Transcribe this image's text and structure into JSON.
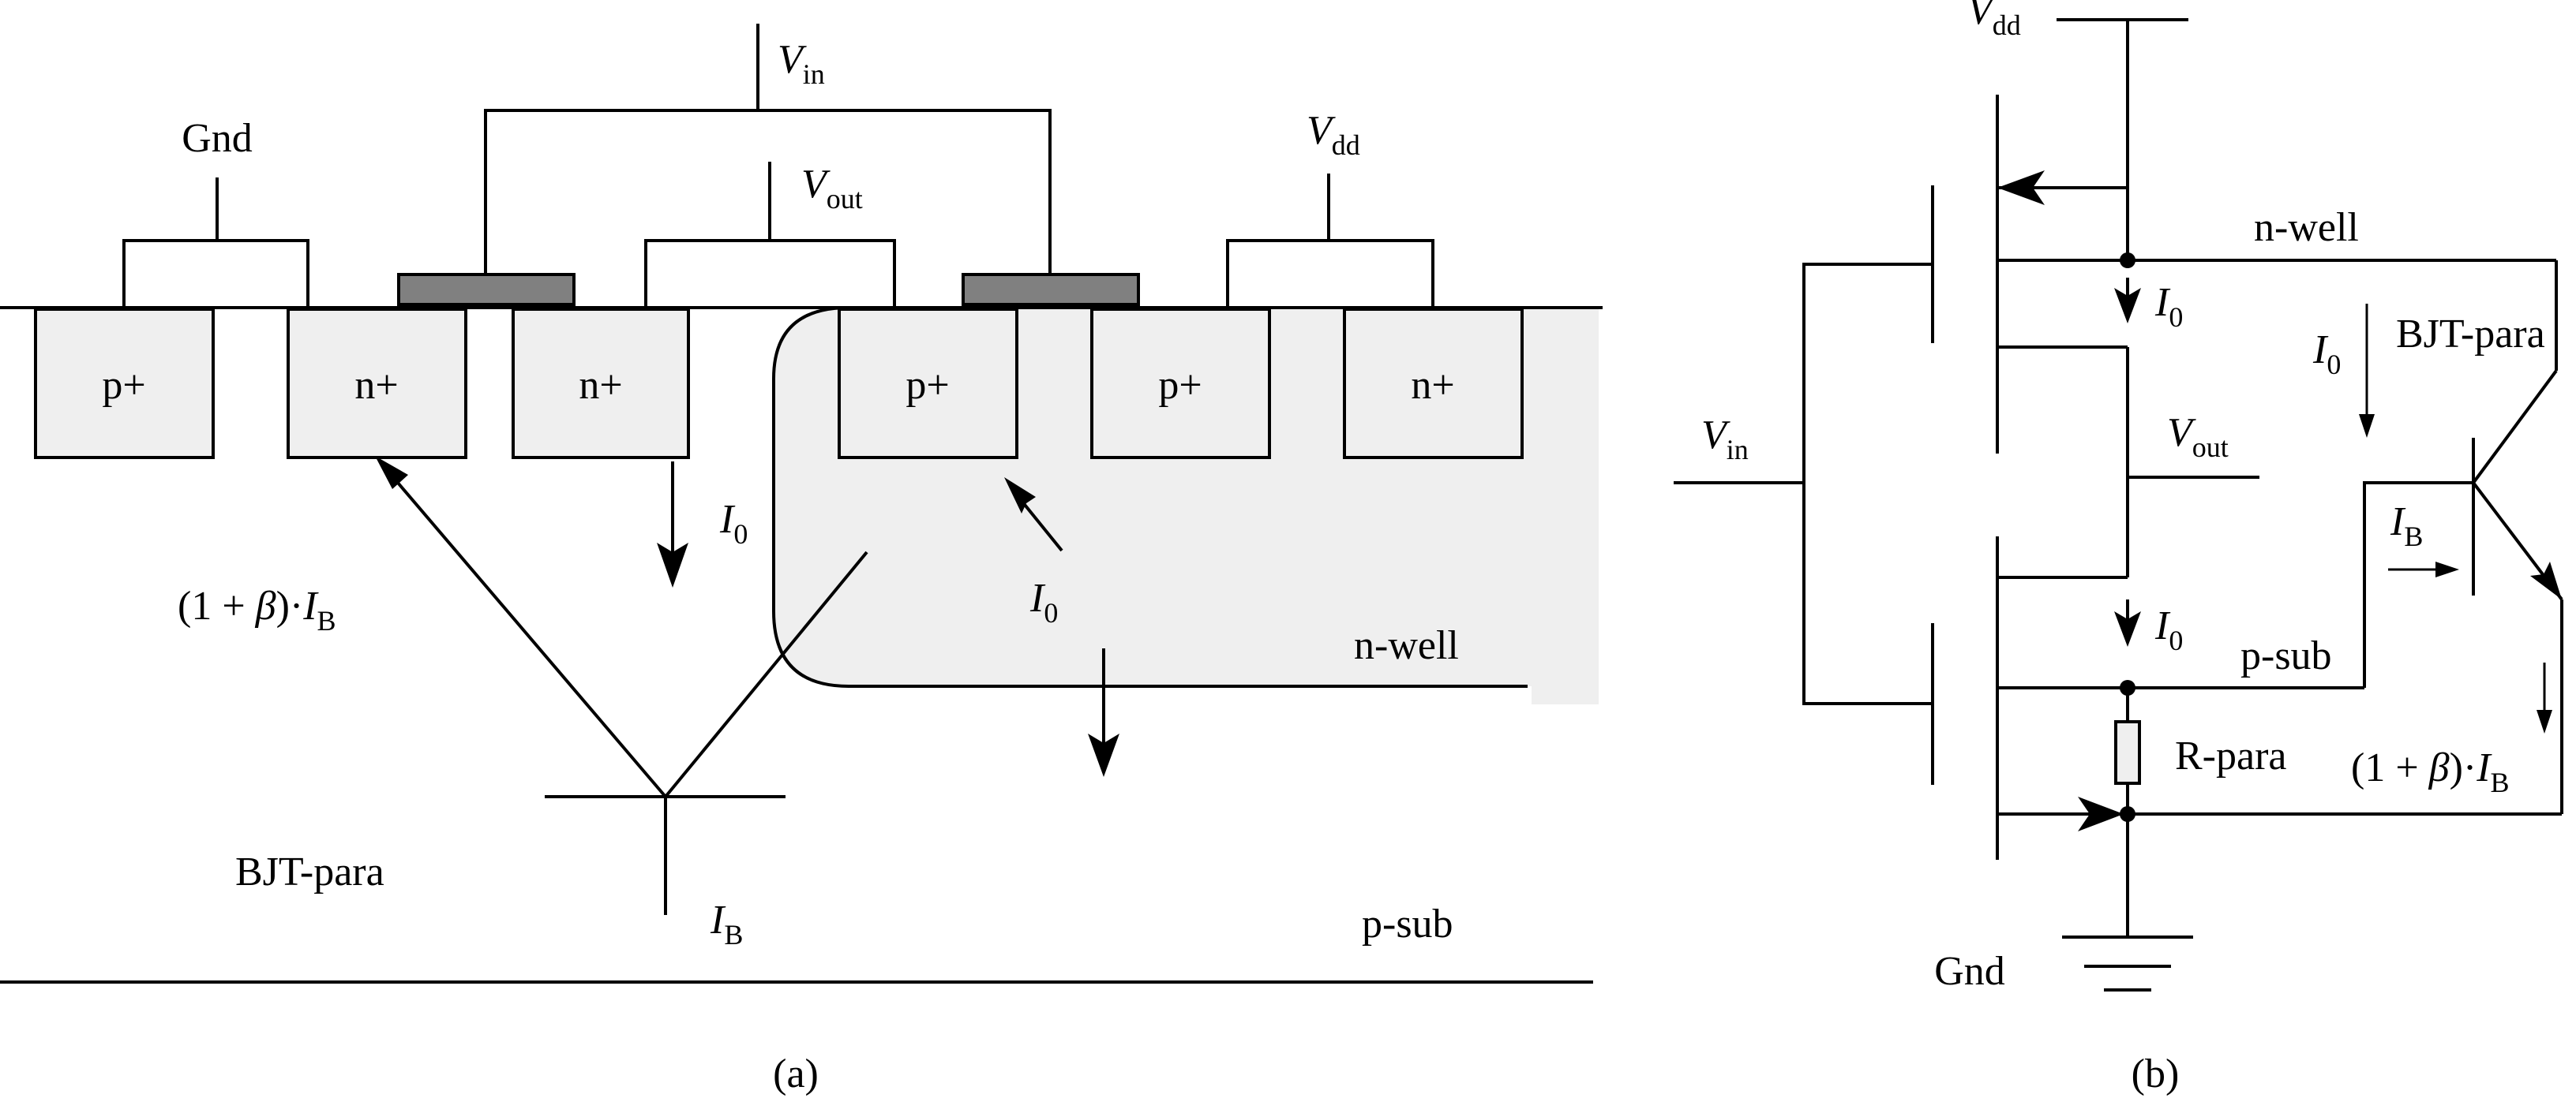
{
  "panel_a": {
    "caption": "(a)",
    "terminals": {
      "gnd": "Gnd",
      "vin_main": "V",
      "vin_sub": "in",
      "vout_main": "V",
      "vout_sub": "out",
      "vdd_main": "V",
      "vdd_sub": "dd"
    },
    "diffusions": [
      "p+",
      "n+",
      "n+",
      "p+",
      "p+",
      "n+"
    ],
    "regions": {
      "nwell": "n-well",
      "psub": "p-sub"
    },
    "bjt_label": "BJT-para",
    "currents": {
      "i0_main": "I",
      "i0_sub": "0",
      "ib_main": "I",
      "ib_sub": "B",
      "beta_prefix": "(1 + ",
      "beta_symbol": "β",
      "beta_suffix": ")·",
      "beta_i_main": "I",
      "beta_i_sub": "B"
    }
  },
  "panel_b": {
    "caption": "(b)",
    "terminals": {
      "vdd_main": "V",
      "vdd_sub": "dd",
      "vin_main": "V",
      "vin_sub": "in",
      "vout_main": "V",
      "vout_sub": "out",
      "gnd": "Gnd"
    },
    "regions": {
      "nwell": "n-well",
      "psub": "p-sub"
    },
    "bjt_label": "BJT-para",
    "resistor_label": "R-para",
    "currents": {
      "i0_main": "I",
      "i0_sub": "0",
      "ib_main": "I",
      "ib_sub": "B",
      "beta_prefix": "(1 + ",
      "beta_symbol": "β",
      "beta_suffix": ")·",
      "beta_i_main": "I",
      "beta_i_sub": "B"
    }
  }
}
